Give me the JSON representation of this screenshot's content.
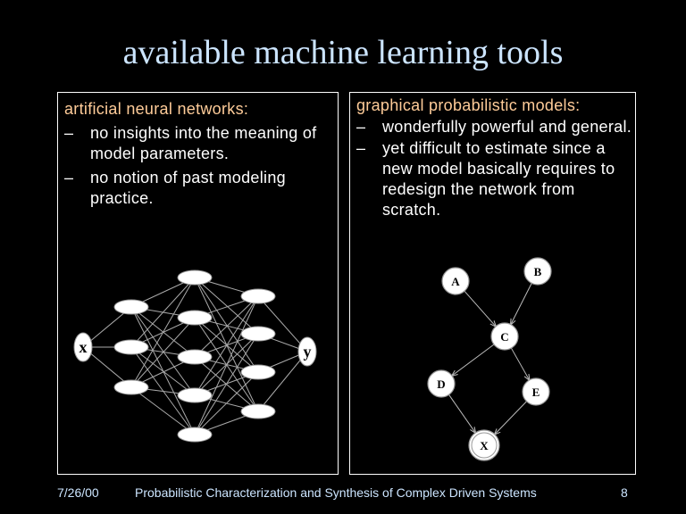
{
  "slide": {
    "title": "available machine learning tools",
    "left_panel": {
      "heading": "artificial neural networks:",
      "bullets": [
        {
          "marker": "–",
          "text": "no insights into the meaning of model parameters."
        },
        {
          "marker": "–",
          "text": "no notion of past modeling practice."
        }
      ],
      "diagram": {
        "type": "neural-network",
        "input_label": "x",
        "output_label": "y",
        "hidden_layers": [
          3,
          5,
          4
        ]
      }
    },
    "right_panel": {
      "heading": "graphical probabilistic models:",
      "bullets": [
        {
          "marker": "–",
          "text": "wonderfully powerful and general."
        },
        {
          "marker": "–",
          "text": "yet difficult to estimate since a new model basically requires to redesign the network from scratch."
        }
      ],
      "diagram": {
        "type": "bayesian-network",
        "nodes": [
          "A",
          "B",
          "C",
          "D",
          "E",
          "X"
        ],
        "edges": [
          [
            "A",
            "C"
          ],
          [
            "B",
            "C"
          ],
          [
            "C",
            "D"
          ],
          [
            "C",
            "E"
          ],
          [
            "D",
            "X"
          ],
          [
            "E",
            "X"
          ]
        ]
      }
    },
    "footer": {
      "date": "7/26/00",
      "title": "Probabilistic Characterization and Synthesis of Complex Driven Systems",
      "page": "8"
    }
  }
}
